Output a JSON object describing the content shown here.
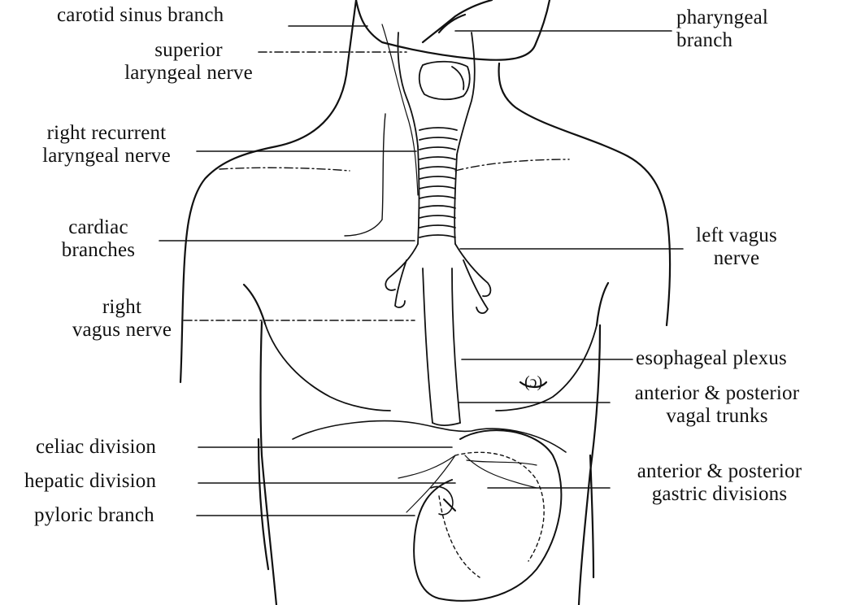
{
  "diagram": {
    "colors": {
      "ink": "#111111",
      "background": "#ffffff"
    },
    "labels": {
      "carotid_sinus_branch": "carotid sinus branch",
      "superior_laryngeal_nerve": [
        "superior",
        "laryngeal nerve"
      ],
      "right_recurrent_laryngeal_nerve": [
        "right recurrent",
        "laryngeal nerve"
      ],
      "cardiac_branches": [
        "cardiac",
        "branches"
      ],
      "right_vagus_nerve": [
        "right",
        "vagus nerve"
      ],
      "celiac_division": "celiac division",
      "hepatic_division": "hepatic division",
      "pyloric_branch": "pyloric branch",
      "pharyngeal_branch": [
        "pharyngeal",
        "branch"
      ],
      "left_vagus_nerve": [
        "left vagus",
        "nerve"
      ],
      "esophageal_plexus": "esophageal plexus",
      "vagal_trunks": [
        "anterior & posterior",
        "vagal trunks"
      ],
      "gastric_divisions": [
        "anterior & posterior",
        "gastric divisions"
      ]
    }
  }
}
